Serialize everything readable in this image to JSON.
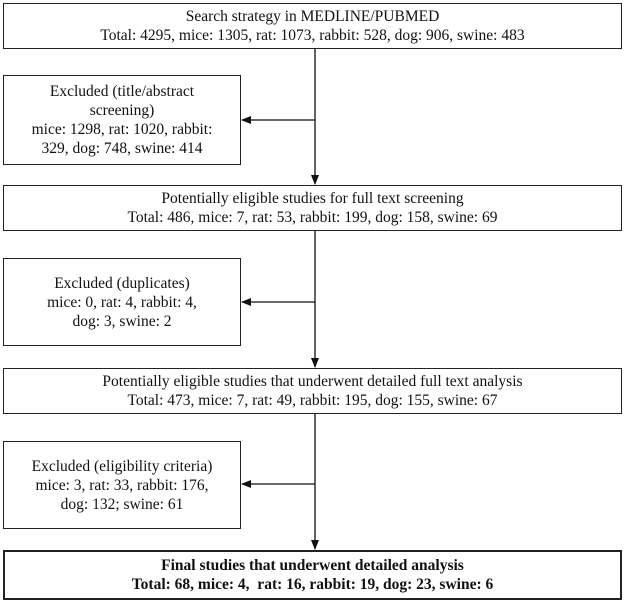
{
  "flow": {
    "search": {
      "title": "Search strategy in MEDLINE/PUBMED",
      "counts": "Total: 4295, mice: 1305, rat: 1073, rabbit: 528, dog: 906, swine: 483"
    },
    "excluded_screening": {
      "lines": [
        "Excluded (title/abstract",
        "screening)",
        "mice: 1298, rat: 1020, rabbit:",
        "329, dog: 748, swine: 414"
      ]
    },
    "eligible_full_text": {
      "title": "Potentially eligible studies for full text screening",
      "counts": "Total: 486, mice: 7, rat: 53, rabbit: 199, dog: 158, swine: 69"
    },
    "excluded_duplicates": {
      "lines": [
        "Excluded (duplicates)",
        "mice: 0, rat: 4, rabbit: 4,",
        "dog: 3, swine: 2"
      ]
    },
    "detailed_full_text": {
      "title": "Potentially eligible studies that underwent detailed full text analysis",
      "counts": "Total: 473, mice: 7, rat: 49, rabbit: 195, dog: 155, swine: 67"
    },
    "excluded_criteria": {
      "lines": [
        "Excluded (eligibility criteria)",
        "mice: 3, rat: 33, rabbit: 176,",
        "dog: 132; swine: 61"
      ]
    },
    "final": {
      "title": "Final studies that underwent detailed analysis",
      "counts": "Total: 68, mice: 4,  rat: 16, rabbit: 19, dog: 23, swine: 6"
    }
  }
}
